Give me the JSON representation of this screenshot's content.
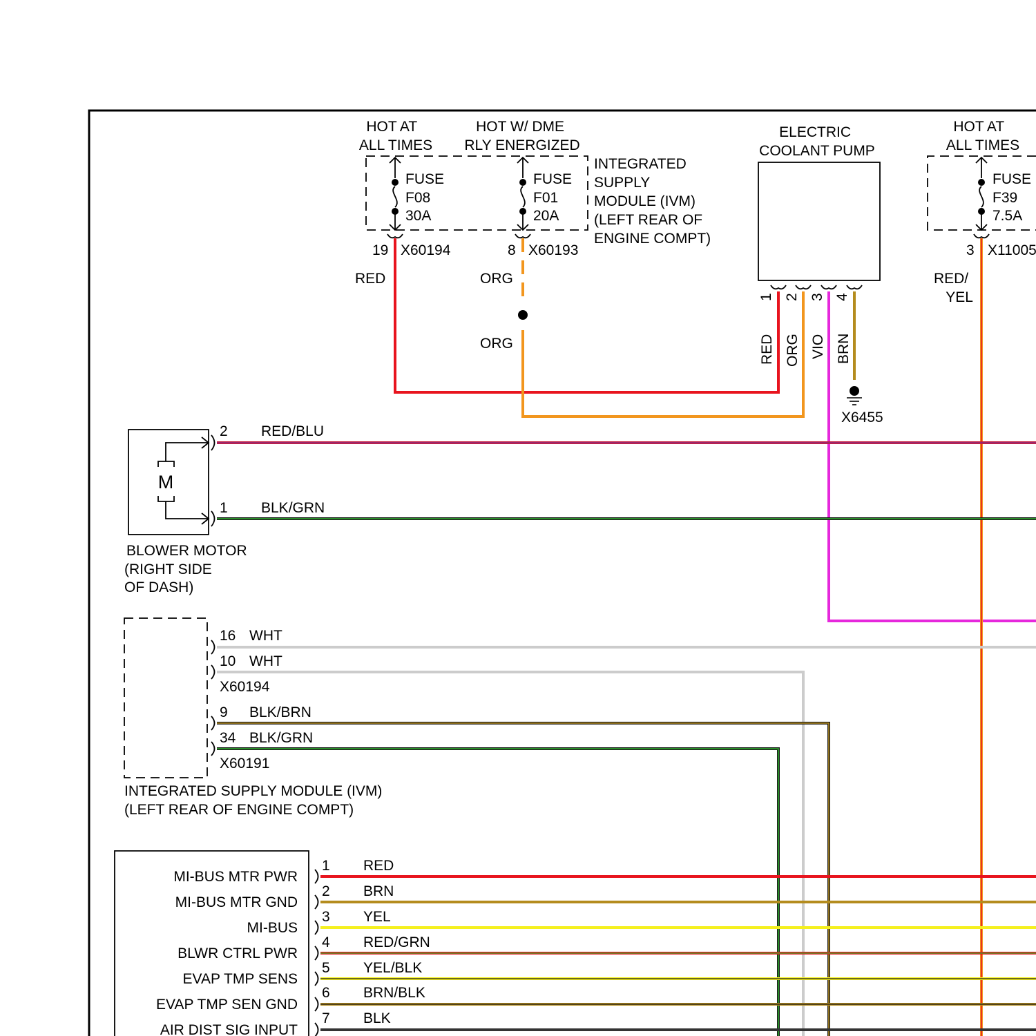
{
  "ivm_top": {
    "hot_always": [
      "HOT AT",
      "ALL TIMES"
    ],
    "hot_dme": [
      "HOT W/ DME",
      "RLY ENERGIZED"
    ],
    "fuse_f08": [
      "FUSE",
      "F08",
      "30A"
    ],
    "fuse_f01": [
      "FUSE",
      "F01",
      "20A"
    ],
    "module_label": [
      "INTEGRATED",
      "SUPPLY",
      "MODULE (IVM)",
      "(LEFT REAR OF",
      "ENGINE COMPT)"
    ],
    "pin_19": "19",
    "conn_19": "X60194",
    "pin_8": "8",
    "conn_8": "X60193",
    "wire_red": "RED",
    "wire_org_1": "ORG",
    "wire_org_2": "ORG"
  },
  "coolant_pump": {
    "title": [
      "ELECTRIC",
      "COOLANT PUMP"
    ],
    "pins": [
      "1",
      "2",
      "3",
      "4"
    ],
    "wires": [
      "RED",
      "ORG",
      "VIO",
      "BRN"
    ],
    "ground": "X6455"
  },
  "ivm_right": {
    "hot_always": [
      "HOT AT",
      "ALL TIMES"
    ],
    "fuse_f39": [
      "FUSE",
      "F39",
      "7.5A"
    ],
    "pin": "3",
    "conn": "X11005",
    "wire": [
      "RED/",
      "YEL"
    ]
  },
  "blower": {
    "motor_symbol": "M",
    "pin_2": "2",
    "wire_2": "RED/BLU",
    "pin_1": "1",
    "wire_1": "BLK/GRN",
    "label": [
      "BLOWER MOTOR",
      "(RIGHT SIDE",
      "OF DASH)"
    ]
  },
  "ivm_lower": {
    "pin_16": "16",
    "wire_16": "WHT",
    "pin_10": "10",
    "wire_10": "WHT",
    "conn_a": "X60194",
    "pin_9": "9",
    "wire_9": "BLK/BRN",
    "pin_34": "34",
    "wire_34": "BLK/GRN",
    "conn_b": "X60191",
    "label": [
      "INTEGRATED SUPPLY MODULE (IVM)",
      "(LEFT REAR OF ENGINE COMPT)"
    ]
  },
  "climate_module": {
    "rows": [
      {
        "label": "MI-BUS MTR PWR",
        "pin": "1",
        "wire": "RED"
      },
      {
        "label": "MI-BUS MTR GND",
        "pin": "2",
        "wire": "BRN"
      },
      {
        "label": "MI-BUS",
        "pin": "3",
        "wire": "YEL"
      },
      {
        "label": "BLWR CTRL PWR",
        "pin": "4",
        "wire": "RED/GRN"
      },
      {
        "label": "EVAP TMP SENS",
        "pin": "5",
        "wire": "YEL/BLK"
      },
      {
        "label": "EVAP TMP SEN GND",
        "pin": "6",
        "wire": "BRN/BLK"
      },
      {
        "label": "AIR DIST SIG INPUT",
        "pin": "7",
        "wire": "BLK"
      }
    ]
  },
  "colors": {
    "red": "#e8141e",
    "orange": "#f2961e",
    "violet": "#e628dc",
    "brown": "#b48c1e",
    "yellow": "#f5f01e",
    "green": "#2db42d",
    "black": "#1a1a1a",
    "white_wire": "#cccccc"
  }
}
